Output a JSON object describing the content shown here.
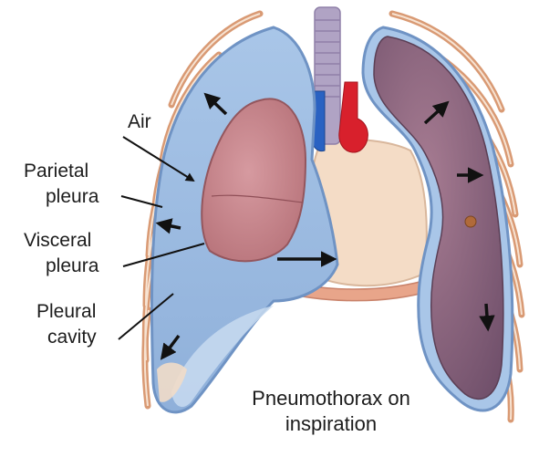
{
  "labels": {
    "air": "Air",
    "parietal_pleura_1": "Parietal",
    "parietal_pleura_2": "pleura",
    "visceral_pleura_1": "Visceral",
    "visceral_pleura_2": "pleura",
    "pleural_cavity_1": "Pleural",
    "pleural_cavity_2": "cavity"
  },
  "caption": {
    "line1": "Pneumothorax on",
    "line2": "inspiration"
  },
  "colors": {
    "pleural_space": "#9bbbe0",
    "collapsed_lung": "#c98a8f",
    "inflated_lung": "#8d6a82",
    "trachea": "#b0a3c4",
    "aorta": "#d8202c",
    "vena_cava": "#2a62c2",
    "mediastinum": "#f4dcc6",
    "rib": "#e0a27c",
    "label_text": "#1c1c1c"
  }
}
